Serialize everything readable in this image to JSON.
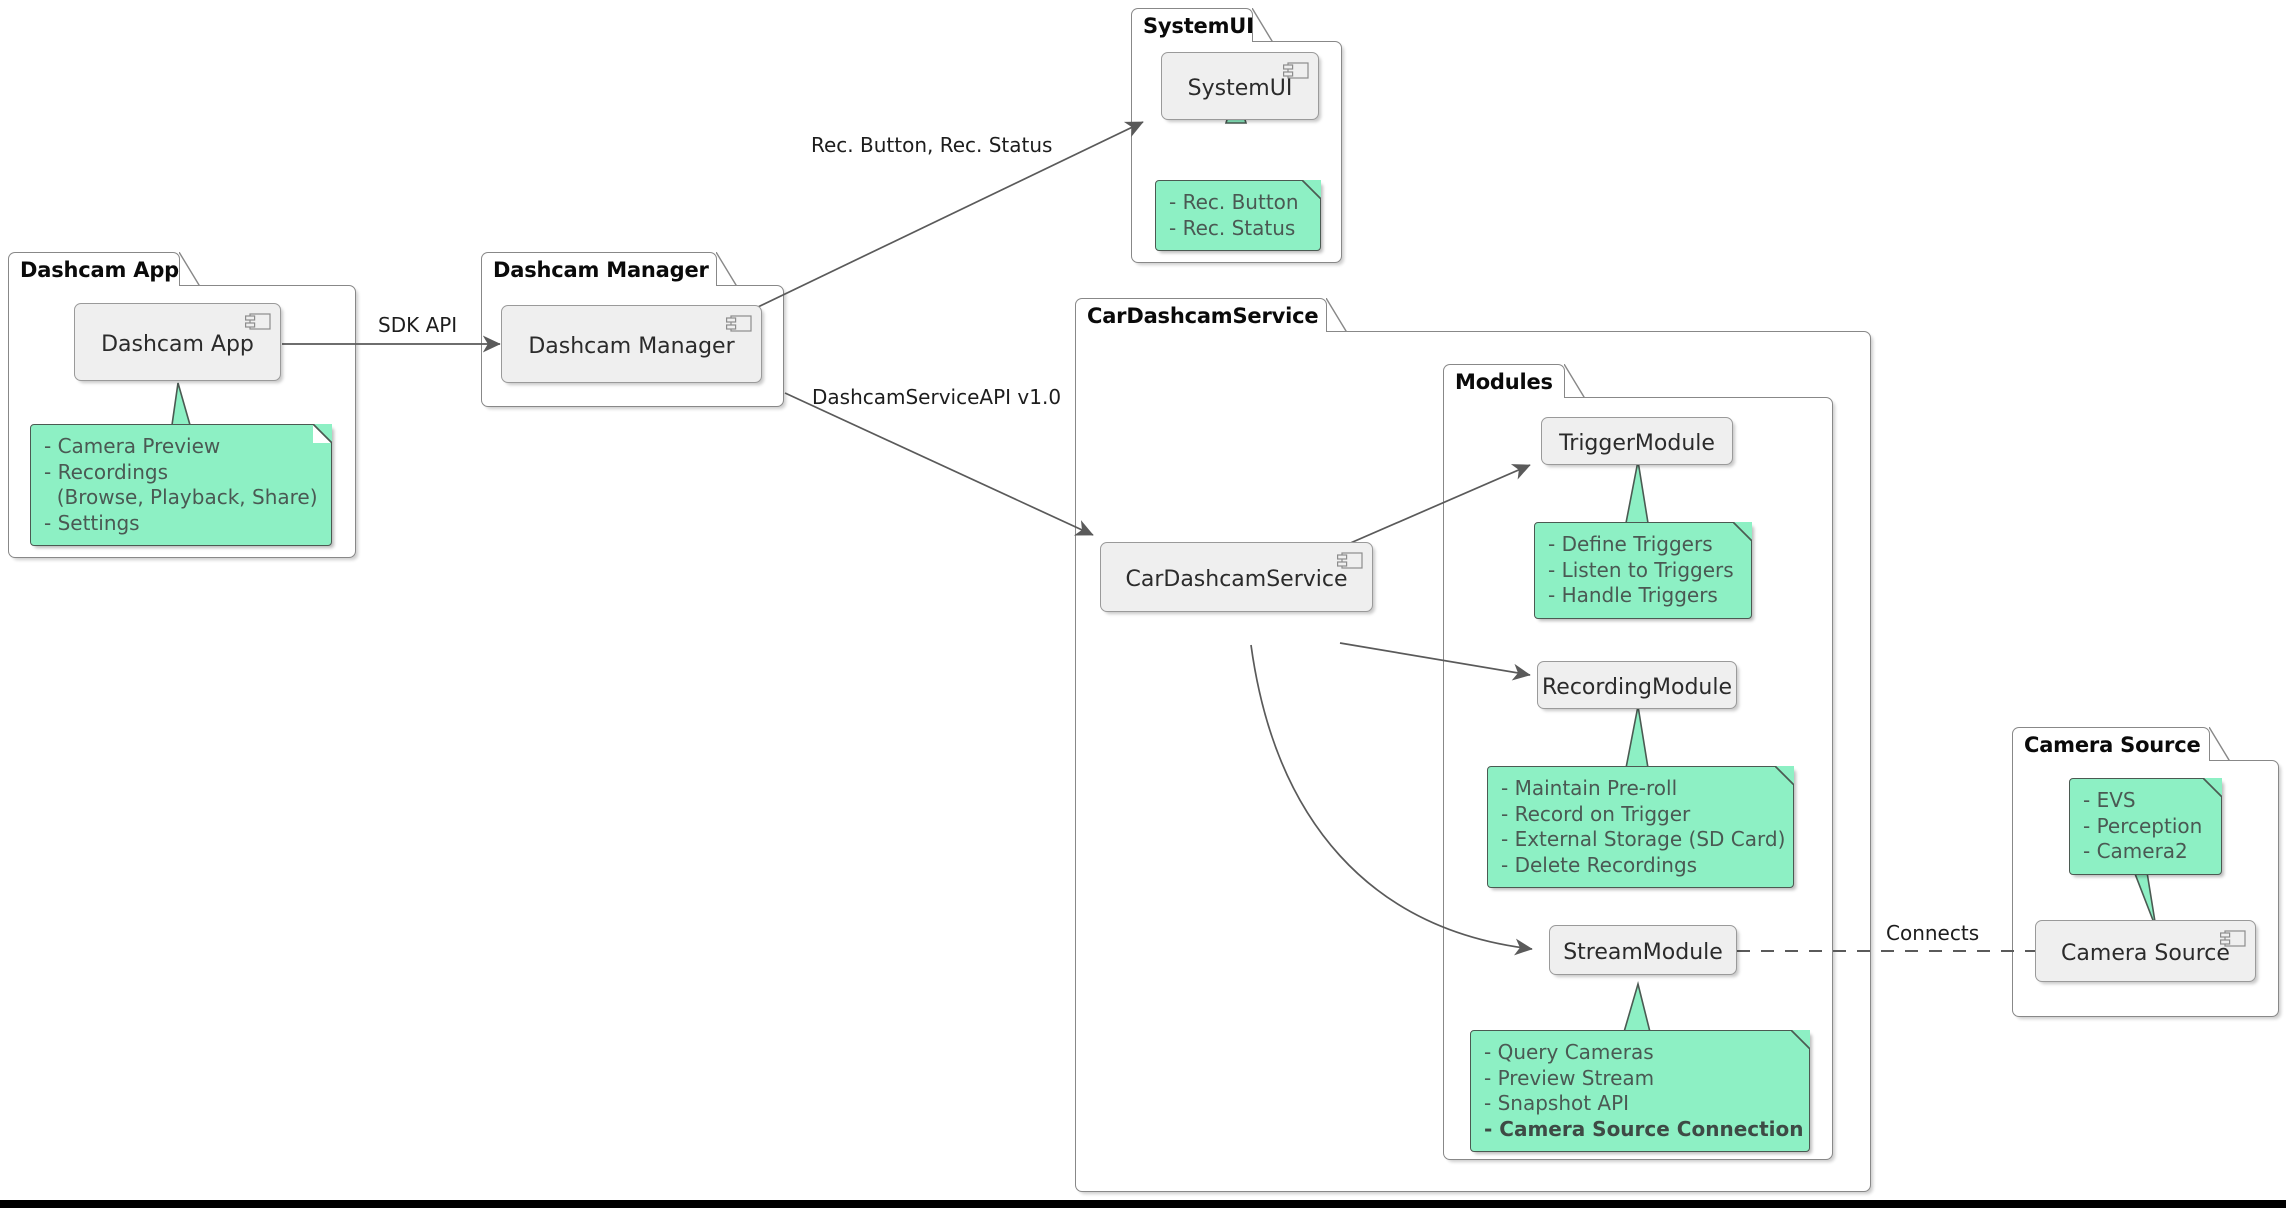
{
  "diagram": {
    "title": "CarDashcamService Component Diagram",
    "colors": {
      "note_fill": "#8df0c4",
      "note_border": "#4b5a52",
      "note_text": "#4a5953",
      "component_fill": "#efefef",
      "component_border": "#9a9a9a",
      "package_border": "#888888",
      "edge_stroke": "#5a5a5a",
      "canvas": "#ffffff",
      "bottom_strip": "#000000"
    }
  },
  "packages": [
    {
      "id": "dashcam-app",
      "label": "Dashcam App"
    },
    {
      "id": "dashcam-manager",
      "label": "Dashcam Manager"
    },
    {
      "id": "systemui",
      "label": "SystemUI"
    },
    {
      "id": "cardashcamservice",
      "label": "CarDashcamService"
    },
    {
      "id": "modules",
      "label": "Modules"
    },
    {
      "id": "camera-source",
      "label": "Camera Source"
    }
  ],
  "components": [
    {
      "id": "dashcam-app",
      "label": "Dashcam App",
      "icon": "component-icon"
    },
    {
      "id": "dashcam-manager",
      "label": "Dashcam Manager",
      "icon": "component-icon"
    },
    {
      "id": "systemui",
      "label": "SystemUI",
      "icon": "component-icon"
    },
    {
      "id": "cardashcamservice",
      "label": "CarDashcamService",
      "icon": "component-icon"
    },
    {
      "id": "triggermodule",
      "label": "TriggerModule",
      "icon": null
    },
    {
      "id": "recordingmodule",
      "label": "RecordingModule",
      "icon": null
    },
    {
      "id": "streammodule",
      "label": "StreamModule",
      "icon": null
    },
    {
      "id": "camera-source",
      "label": "Camera Source",
      "icon": "component-icon"
    }
  ],
  "notes": [
    {
      "id": "note-dashcam-app",
      "attached_to": "dashcam-app",
      "lines": [
        {
          "text": "- Camera Preview",
          "bold": false
        },
        {
          "text": "- Recordings",
          "bold": false
        },
        {
          "text": "  (Browse, Playback, Share)",
          "bold": false
        },
        {
          "text": "- Settings",
          "bold": false
        }
      ]
    },
    {
      "id": "note-systemui",
      "attached_to": "systemui",
      "lines": [
        {
          "text": "- Rec. Button",
          "bold": false
        },
        {
          "text": "- Rec. Status",
          "bold": false
        }
      ]
    },
    {
      "id": "note-triggermodule",
      "attached_to": "triggermodule",
      "lines": [
        {
          "text": "- Define Triggers",
          "bold": false
        },
        {
          "text": "- Listen to Triggers",
          "bold": false
        },
        {
          "text": "- Handle Triggers",
          "bold": false
        }
      ]
    },
    {
      "id": "note-recordingmodule",
      "attached_to": "recordingmodule",
      "lines": [
        {
          "text": "- Maintain Pre-roll",
          "bold": false
        },
        {
          "text": "- Record on Trigger",
          "bold": false
        },
        {
          "text": "- External Storage (SD Card)",
          "bold": false
        },
        {
          "text": "- Delete Recordings",
          "bold": false
        }
      ]
    },
    {
      "id": "note-streammodule",
      "attached_to": "streammodule",
      "lines": [
        {
          "text": "- Query Cameras",
          "bold": false
        },
        {
          "text": "- Preview Stream",
          "bold": false
        },
        {
          "text": "- Snapshot API",
          "bold": false
        },
        {
          "text": "- Camera Source Connection",
          "bold": true
        }
      ]
    },
    {
      "id": "note-camera-source",
      "attached_to": "camera-source",
      "lines": [
        {
          "text": "- EVS",
          "bold": false
        },
        {
          "text": "- Perception",
          "bold": false
        },
        {
          "text": "- Camera2",
          "bold": false
        }
      ]
    }
  ],
  "edges": [
    {
      "id": "edge-sdk-api",
      "from": "dashcam-app",
      "to": "dashcam-manager",
      "label": "SDK API",
      "style": "solid",
      "arrow": true
    },
    {
      "id": "edge-rec-button-status",
      "from": "dashcam-manager",
      "to": "systemui",
      "label": "Rec. Button, Rec. Status",
      "style": "solid",
      "arrow": true
    },
    {
      "id": "edge-dashcamserviceapi",
      "from": "dashcam-manager",
      "to": "cardashcamservice",
      "label": "DashcamServiceAPI v1.0",
      "style": "solid",
      "arrow": true
    },
    {
      "id": "edge-to-triggermodule",
      "from": "cardashcamservice",
      "to": "triggermodule",
      "label": "",
      "style": "solid",
      "arrow": true
    },
    {
      "id": "edge-to-recordingmodule",
      "from": "cardashcamservice",
      "to": "recordingmodule",
      "label": "",
      "style": "solid",
      "arrow": true
    },
    {
      "id": "edge-to-streammodule",
      "from": "cardashcamservice",
      "to": "streammodule",
      "label": "",
      "style": "solid",
      "arrow": true
    },
    {
      "id": "edge-connects",
      "from": "streammodule",
      "to": "camera-source",
      "label": "Connects",
      "style": "dashed",
      "arrow": false
    }
  ]
}
